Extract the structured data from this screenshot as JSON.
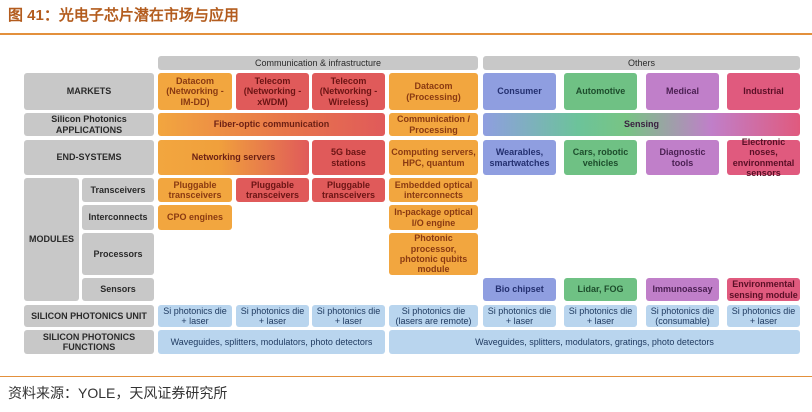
{
  "figure": {
    "title": "图 41：光电子芯片潜在市场与应用",
    "source": "资料来源：YOLE，天风证券研究所"
  },
  "headers": {
    "comm": "Communication & infrastructure",
    "others": "Others"
  },
  "row_labels": {
    "markets": "MARKETS",
    "apps": "Silicon Photonics APPLICATIONS",
    "end_systems": "END-SYSTEMS",
    "modules": "MODULES",
    "transceivers": "Transceivers",
    "interconnects": "Interconnects",
    "processors": "Processors",
    "sensors": "Sensors",
    "unit": "SILICON PHOTONICS UNIT",
    "functions": "SILICON PHOTONICS FUNCTIONS"
  },
  "markets": {
    "datacom_net": "Datacom (Networking - IM-DD)",
    "telecom_wdm": "Telecom (Networking - xWDM)",
    "telecom_wireless": "Telecom (Networking - Wireless)",
    "datacom_proc": "Datacom (Processing)",
    "consumer": "Consumer",
    "automotive": "Automotive",
    "medical": "Medical",
    "industrial": "Industrial"
  },
  "applications": {
    "fiber": "Fiber-optic communication",
    "comm_proc": "Communication / Processing",
    "sensing": "Sensing"
  },
  "end_systems": {
    "networking": "Networking servers",
    "g5": "5G base stations",
    "computing": "Computing servers, HPC, quantum",
    "wearables": "Wearables, smartwatches",
    "cars": "Cars, robotic vehicles",
    "diagnostic": "Diagnostic tools",
    "electronic": "Electronic noses, environmental sensors"
  },
  "modules": {
    "plug1": "Pluggable transceivers",
    "plug2": "Pluggable transceivers",
    "plug3": "Pluggable transceivers",
    "embedded": "Embedded optical interconnects",
    "cpo": "CPO engines",
    "inpackage": "In-package optical I/O engine",
    "photonic": "Photonic processor, photonic qubits module",
    "biochip": "Bio chipset",
    "lidar": "Lidar, FOG",
    "immuno": "Immunoassay",
    "envsense": "Environmental sensing module"
  },
  "unit": {
    "u1": "Si photonics die + laser",
    "u2": "Si photonics die + laser",
    "u3": "Si photonics die + laser",
    "u4": "Si photonics die (lasers are remote)",
    "u5": "Si photonics die + laser",
    "u6": "Si photonics die + laser",
    "u7": "Si photonics die (consumable)",
    "u8": "Si photonics die + laser"
  },
  "functions": {
    "left": "Waveguides, splitters, modulators, photo detectors",
    "right": "Waveguides, splitters, modulators, gratings, photo detectors"
  }
}
